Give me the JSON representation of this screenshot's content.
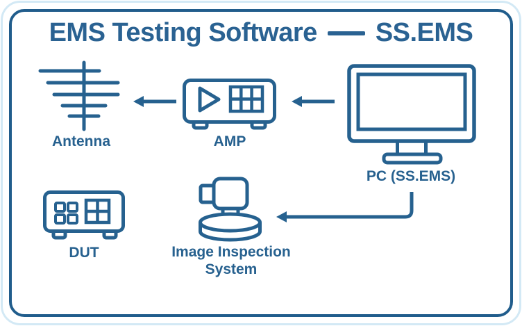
{
  "title": {
    "left": "EMS Testing Software",
    "right": "SS.EMS",
    "dash_glyph": "—"
  },
  "nodes": {
    "antenna": {
      "label": "Antenna",
      "icon": "antenna-icon"
    },
    "amp": {
      "label": "AMP",
      "icon": "amplifier-icon"
    },
    "pc": {
      "label": "PC (SS.EMS)",
      "icon": "monitor-icon"
    },
    "dut": {
      "label": "DUT",
      "icon": "dut-device-icon"
    },
    "image_inspection_system": {
      "label_line1": "Image Inspection",
      "label_line2": "System",
      "icon": "camera-turntable-icon"
    }
  },
  "connections": [
    {
      "from": "pc",
      "to": "amp",
      "style": "straight-left-arrow"
    },
    {
      "from": "amp",
      "to": "antenna",
      "style": "straight-left-arrow"
    },
    {
      "from": "pc",
      "to": "image_inspection_system",
      "style": "elbow-down-left-arrow"
    }
  ],
  "colors": {
    "stroke": "#26618f",
    "text": "#27618f",
    "title_text": "#2a6292",
    "frame_border": "#215d8c",
    "outer_edge": "#d3e9f5",
    "background": "#ffffff"
  },
  "icons": [
    "antenna-icon",
    "amplifier-icon",
    "monitor-icon",
    "dut-device-icon",
    "camera-turntable-icon",
    "arrow-left-icon"
  ]
}
